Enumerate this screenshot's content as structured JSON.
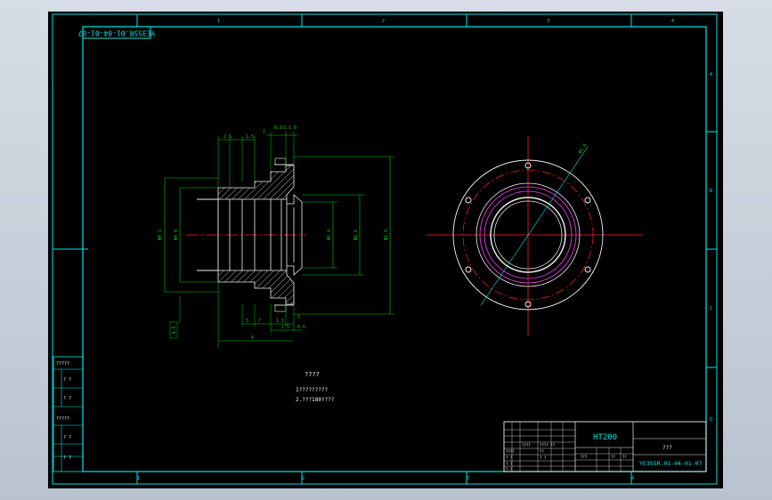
{
  "drawing": {
    "code_stamp": "YE355R.01-04-01-07",
    "code_title": "YE355R.01-04-01-07",
    "material": "HT200",
    "part_name": "???",
    "zone_cols_top": [
      "1",
      "2",
      "3",
      "4"
    ],
    "zone_cols_bottom": [
      "1",
      "2",
      "3",
      "4"
    ],
    "zone_rows": [
      "A",
      "B",
      "C",
      "D"
    ]
  },
  "notes": {
    "heading": "????",
    "line1": "1?????????",
    "line2": "2.???180????"
  },
  "side_table": {
    "rows": [
      "?????",
      "? ?",
      "? ?",
      "?????",
      "? ?",
      "? ?"
    ]
  },
  "title_block": {
    "grid_a": "????",
    "grid_b": "???? ??",
    "grid_c": "????",
    "grid_d": "??",
    "grid_e": "? ?",
    "grid_f": "? ?",
    "grid_g": "? ?",
    "grid_h": "? ?",
    "sheet_a": "???",
    "sheet_b": "??",
    "sheet_c": "??"
  },
  "dims": {
    "d_left_outer": "Φ4 1",
    "d_left_inner": "Φ4 0",
    "d_bore_1": "Φ1 4",
    "d_bore_2": "Φ1 6",
    "d_outer_right": "Φ1 8",
    "top_a": "2.5",
    "top_b": "1.5",
    "top_c": "2",
    "top_d": "0.8",
    "top_e": "1.1 0",
    "bot_a": "5",
    "bot_b": "7",
    "bot_c": "1.5",
    "bot_d": "5",
    "bot_e": "2.5",
    "bot_f": "8",
    "bot_g": "0.6",
    "left_label": "4.5"
  },
  "colors": {
    "frame": "#00e5e5",
    "dimension": "#00d000",
    "centerline": "#ff2020",
    "outline": "#f0f0f0",
    "hidden": "#ff40ff"
  }
}
